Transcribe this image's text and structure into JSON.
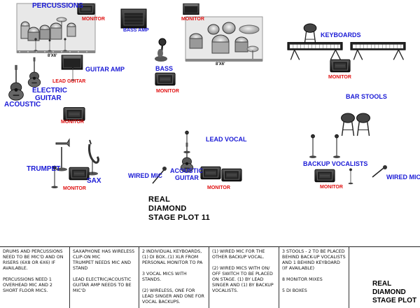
{
  "labels": {
    "percussions": "PERCUSSIONS",
    "keyboards": "KEYBOARDS",
    "guitar_amp": "GUITAR AMP",
    "lead_guitar": "LEAD GUITAR",
    "electric_guitar_line1": "ELECTRIC",
    "electric_guitar_line2": "GUITAR",
    "acoustic": "ACOUSTIC",
    "bass": "BASS",
    "bass_amp": "BASS AMP",
    "bar_stools": "BAR STOOLS",
    "lead_vocal": "LEAD VOCAL",
    "acoustic_guitar_line1": "ACOUSTIC",
    "acoustic_guitar_line2": "GUITAR",
    "wired_mic_left": "WIRED MIC",
    "wired_mic_right": "WIRED MIC",
    "backup_vocalists": "BACKUP VOCALISTS",
    "trumpet": "TRUMPET",
    "sax": "SAX",
    "riser_size_left": "8'X6'",
    "riser_size_right": "8'X6'"
  },
  "monitors": {
    "percussion": "MONITOR",
    "drums": "MONITOR",
    "bass": "MONITOR",
    "keyboards": "MONITOR",
    "center_left": "MONITOR",
    "trumpet": "MONITOR",
    "lead_vocal": "MONITOR",
    "backup": "MONITOR"
  },
  "title": {
    "line1": "REAL",
    "line2": "DIAMOND",
    "line3": "STAGE PLOT 11"
  },
  "notes": [
    {
      "text": "DRUMS AND PERCUSSIONS NEED TO BE MIC'D AND ON RISERS (6X8 OR 6X6) IF AVAILABLE.\n\n PERCUSSIONS NEED 1 OVERHEAD MIC AND 2 SHORT FLOOR MICS."
    },
    {
      "text": "SAXAPHONE HAS WIRELESS CLIP-ON MIC\nTRUMPET NEEDS MIC AND STAND\n\nLEAD ELECTRIC/ACOUSTIC GUITAR  AMP NEEDS TO BE MIC'D"
    },
    {
      "text": "2 INDIVIDUAL KEYBOARDS, (1) DI BOX..(1) XLR FROM PERSONAL MONITOR TO PA\n\n3 VOCAL MICS WITH STANDS.\n\n(2) WIRELESS, ONE FOR LEAD SINGER AND ONE FOR VOCAL BACKUPS."
    },
    {
      "text": "   (1) WIRED MIC FOR THE OTHER BACKUP VOCAL.\n\n  (2) WIRED MICS WITH ON/ OFF SWITCH TO BE PLACED ON STAGE.  (1) BY LEAD SINGER AND (1) BY BACKUP VOCALISTS."
    },
    {
      "text": "3 STOOLS - 2 TO BE PLACED BEHIND BACK-UP VOCALISTS AND 1 BEHIND KEYBOARD (IF AVAILABLE)\n\n8 MONITOR MIXES\n\n5 DI BOXES"
    },
    {
      "text": ""
    }
  ],
  "notes_title": {
    "line1": "REAL",
    "line2": "DIAMOND",
    "line3": "STAGE PLOT"
  },
  "colors": {
    "instrument_label": "#1a1ad6",
    "monitor_label": "#e01010",
    "riser": "#e8e8e8"
  }
}
